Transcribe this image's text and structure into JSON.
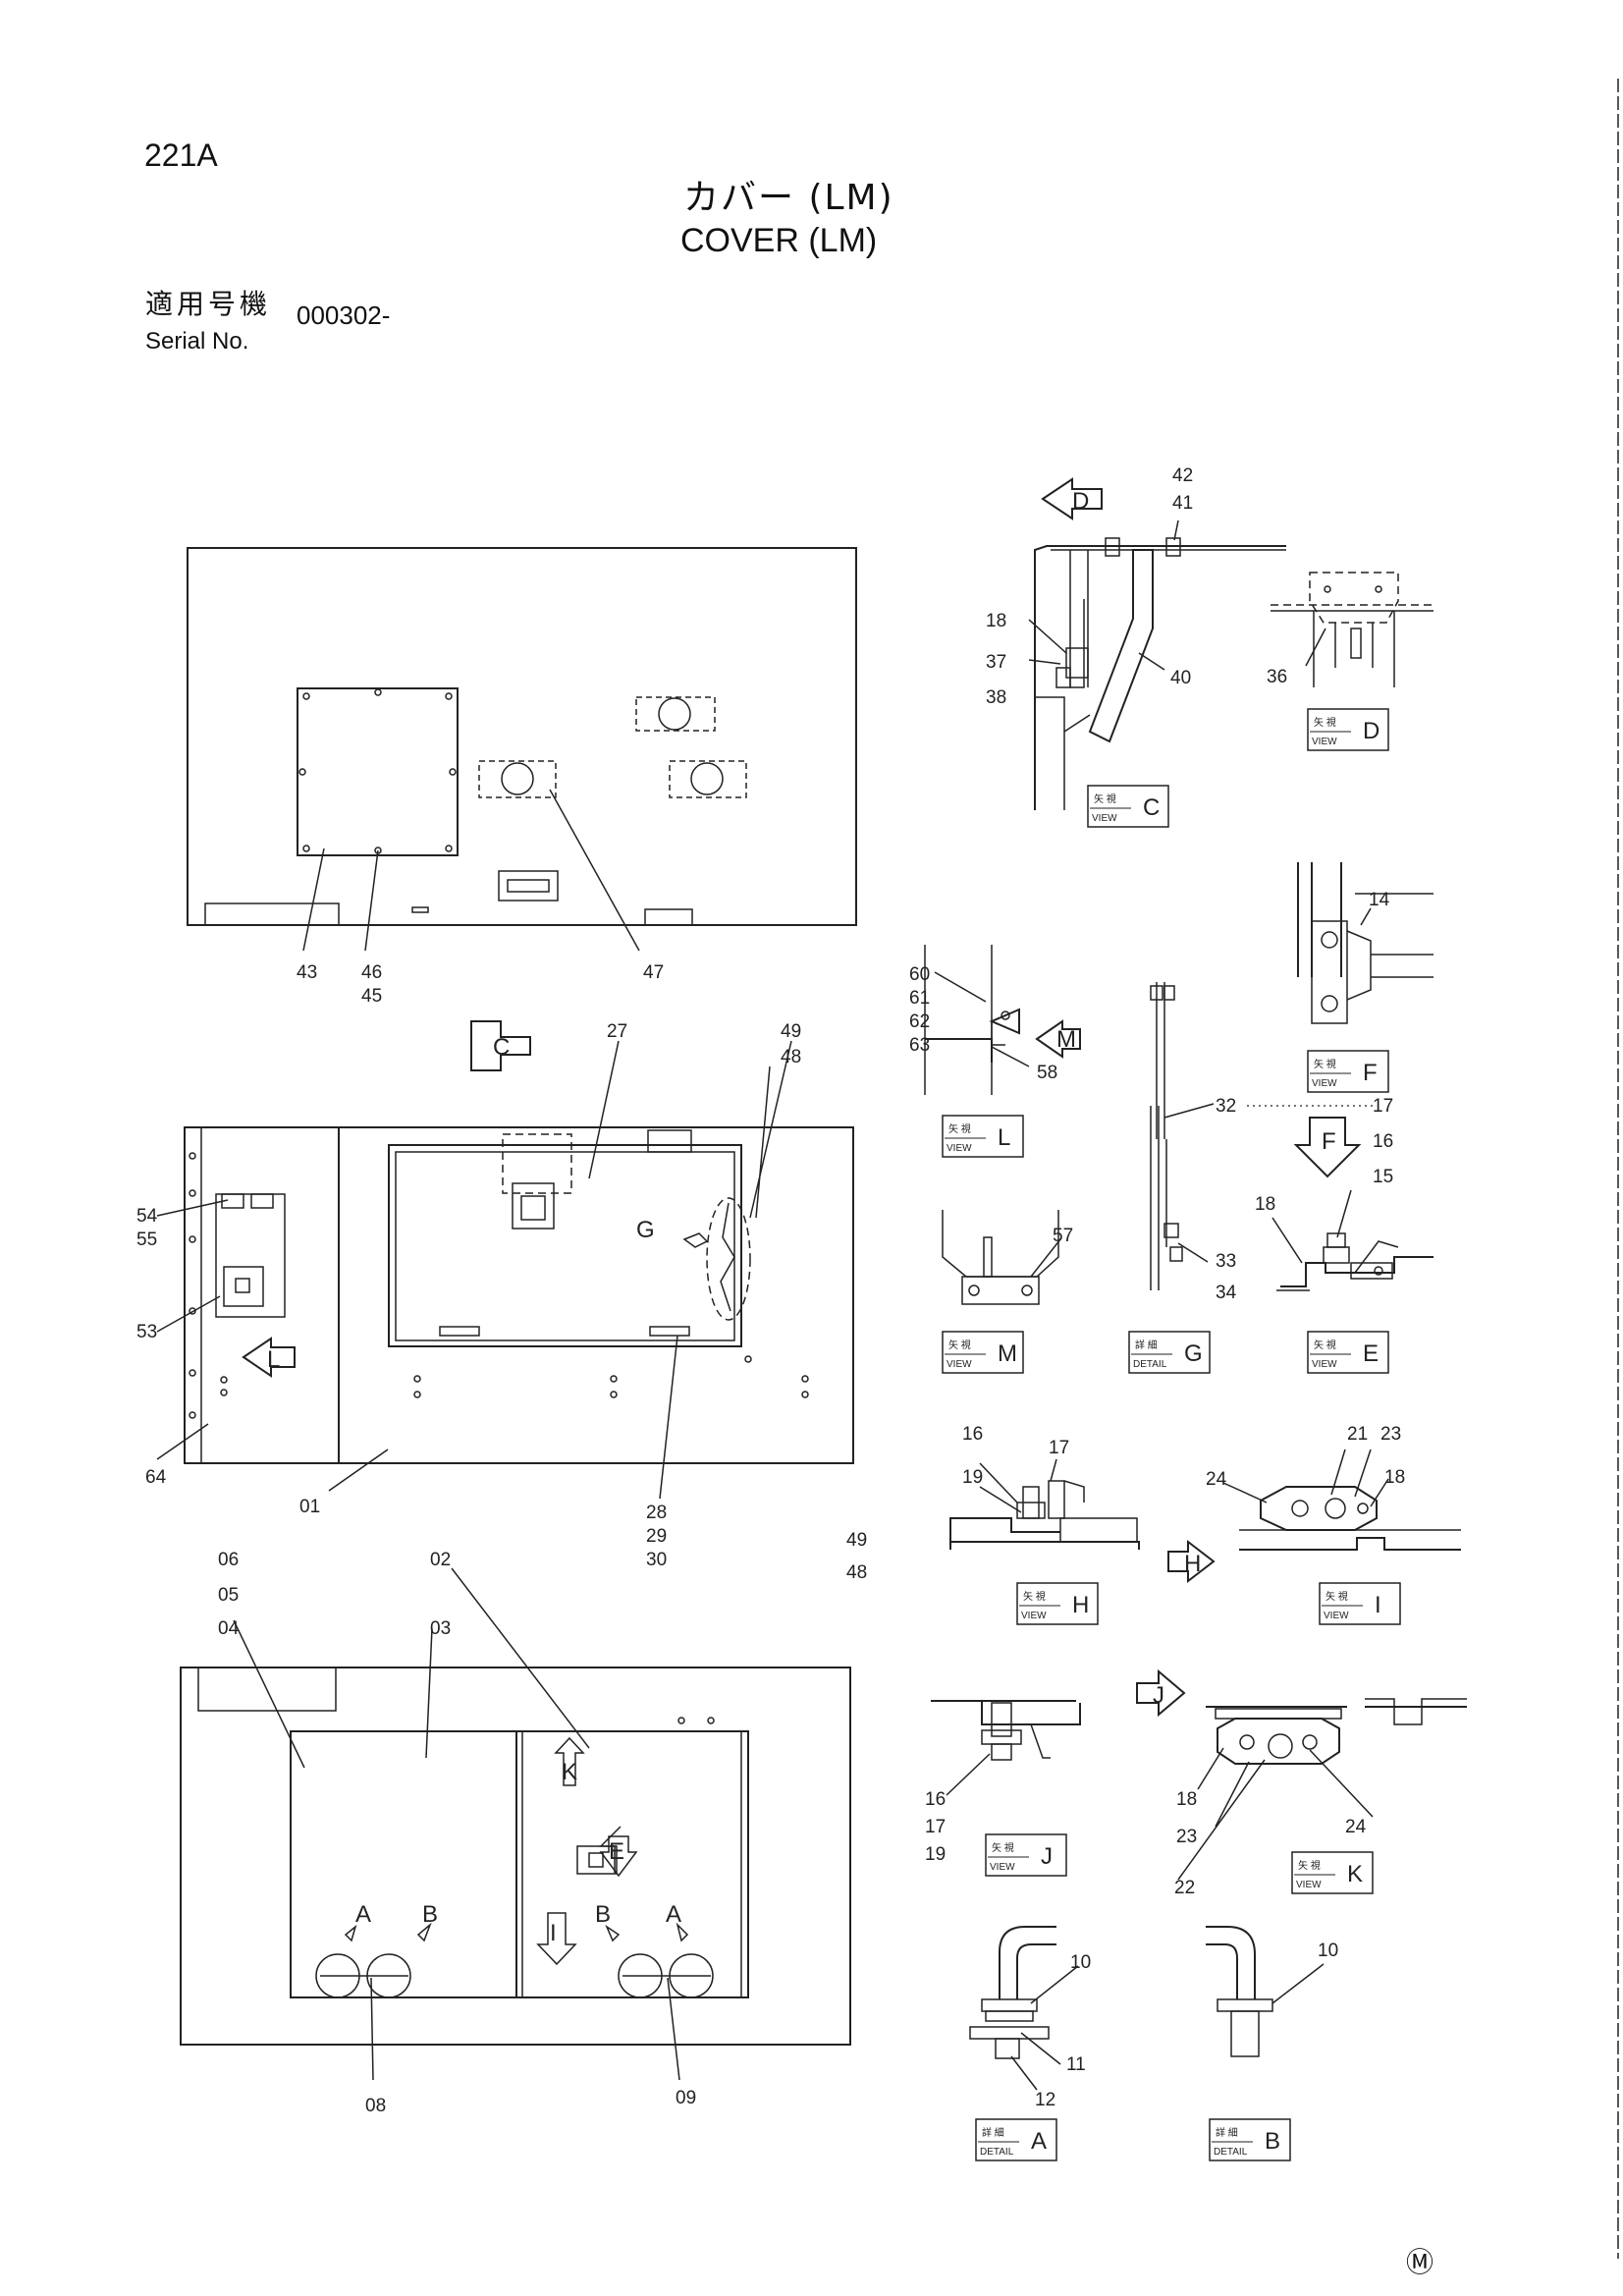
{
  "header": {
    "page_id": "221A",
    "title_jp": "カバー (LM)",
    "title_en": "COVER (LM)",
    "serial_label_jp": "適用号機",
    "serial_label_en": "Serial No.",
    "serial_value": "000302-"
  },
  "part_numbers": {
    "p01": "01",
    "p02": "02",
    "p03": "03",
    "p04": "04",
    "p05": "05",
    "p06": "06",
    "p08": "08",
    "p09": "09",
    "p10a": "10",
    "p10b": "10",
    "p11": "11",
    "p12": "12",
    "p14": "14",
    "p15": "15",
    "p16e": "16",
    "p16h": "16",
    "p16j": "16",
    "p17e": "17",
    "p17h": "17",
    "p17j": "17",
    "p18c": "18",
    "p18e": "18",
    "p18i": "18",
    "p18k": "18",
    "p19h": "19",
    "p19j": "19",
    "p21": "21",
    "p22": "22",
    "p23i": "23",
    "p23k": "23",
    "p24i": "24",
    "p24k": "24",
    "p27": "27",
    "p28": "28",
    "p29": "29",
    "p30": "30",
    "p32": "32",
    "p33": "33",
    "p34": "34",
    "p36": "36",
    "p37": "37",
    "p38": "38",
    "p40": "40",
    "p41": "41",
    "p42": "42",
    "p43": "43",
    "p45": "45",
    "p46": "46",
    "p47": "47",
    "p48a": "48",
    "p48b": "48",
    "p49a": "49",
    "p49b": "49",
    "p53": "53",
    "p54": "54",
    "p55": "55",
    "p57": "57",
    "p58": "58",
    "p60": "60",
    "p61": "61",
    "p62": "62",
    "p63": "63",
    "p64": "64"
  },
  "view_arrows": {
    "C": "C",
    "D": "D",
    "L": "L",
    "M": "M",
    "F": "F",
    "H": "H",
    "J": "J",
    "K": "K",
    "E": "E",
    "I": "I"
  },
  "detail_pointers": {
    "G": "G",
    "A1": "A",
    "B1": "B",
    "B2": "B",
    "A2": "A"
  },
  "view_boxes": [
    {
      "jp": "矢 視",
      "en": "VIEW",
      "letter": "C"
    },
    {
      "jp": "矢 視",
      "en": "VIEW",
      "letter": "D"
    },
    {
      "jp": "矢 視",
      "en": "VIEW",
      "letter": "F"
    },
    {
      "jp": "矢 視",
      "en": "VIEW",
      "letter": "L"
    },
    {
      "jp": "矢 視",
      "en": "VIEW",
      "letter": "M"
    },
    {
      "jp": "詳 細",
      "en": "DETAIL",
      "letter": "G"
    },
    {
      "jp": "矢 視",
      "en": "VIEW",
      "letter": "E"
    },
    {
      "jp": "矢 視",
      "en": "VIEW",
      "letter": "H"
    },
    {
      "jp": "矢 視",
      "en": "VIEW",
      "letter": "I"
    },
    {
      "jp": "矢 視",
      "en": "VIEW",
      "letter": "J"
    },
    {
      "jp": "矢 視",
      "en": "VIEW",
      "letter": "K"
    },
    {
      "jp": "詳 細",
      "en": "DETAIL",
      "letter": "A"
    },
    {
      "jp": "詳 細",
      "en": "DETAIL",
      "letter": "B"
    }
  ],
  "footer_mark": "Ⓜ"
}
